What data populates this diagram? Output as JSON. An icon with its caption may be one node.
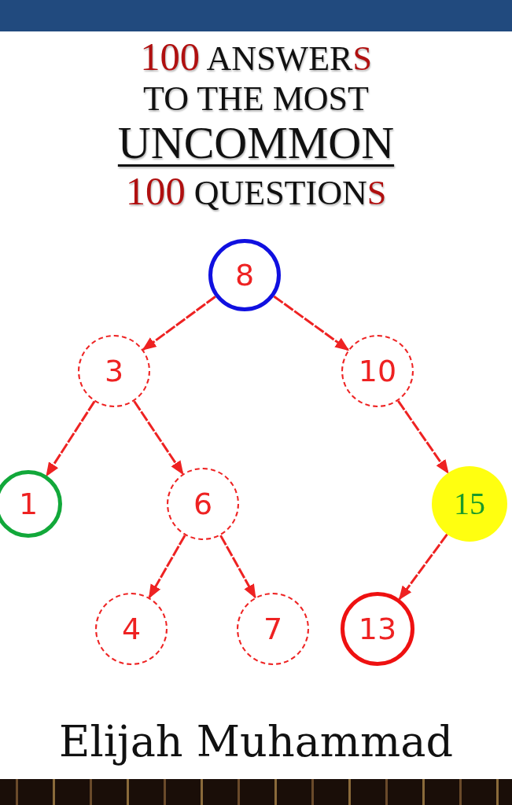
{
  "diagram": {
    "title": "100 ANSWERS TO THE MOST UNCOMMON 100 QUESTIONS",
    "nodes": [
      {
        "text": [
          "8"
        ]
      },
      {
        "text": [
          "3"
        ]
      },
      {
        "text": [
          "10"
        ]
      },
      {
        "text": [
          "1"
        ]
      },
      {
        "text": [
          "6"
        ]
      },
      {
        "text": [
          "15"
        ]
      },
      {
        "text": [
          "4"
        ]
      },
      {
        "text": [
          "7"
        ]
      },
      {
        "text": [
          "13"
        ]
      }
    ],
    "edges": [
      {
        "from": 0,
        "to": 1,
        "arrow": "to"
      },
      {
        "from": 0,
        "to": 2,
        "arrow": "to"
      },
      {
        "from": 1,
        "to": 3,
        "arrow": "to"
      },
      {
        "from": 1,
        "to": 4,
        "arrow": "to"
      },
      {
        "from": 2,
        "to": 5,
        "arrow": "to"
      },
      {
        "from": 4,
        "to": 6,
        "arrow": "to"
      },
      {
        "from": 4,
        "to": 7,
        "arrow": "to"
      },
      {
        "from": 5,
        "to": 8,
        "arrow": "to"
      }
    ],
    "labels": [
      "Elijah Muhammad"
    ]
  }
}
